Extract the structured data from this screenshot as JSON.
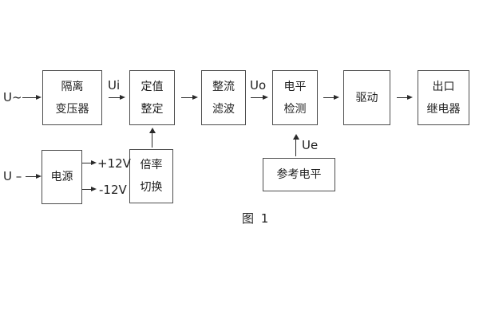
{
  "diagram": {
    "caption": "图 1",
    "input_ac_label": "U~",
    "input_dc_label": "U –",
    "signal_ui": "Ui",
    "signal_uo": "Uo",
    "signal_ue": "Ue",
    "rail_pos": "+12V",
    "rail_neg": "-12V",
    "blocks": {
      "isolation_transformer": {
        "line1": "隔离",
        "line2": "变压器"
      },
      "value_setting": {
        "line1": "定值",
        "line2": "整定"
      },
      "rectifier_filter": {
        "line1": "整流",
        "line2": "滤波"
      },
      "level_detection": {
        "line1": "电平",
        "line2": "检测"
      },
      "driver": {
        "line1": "驱动"
      },
      "output_relay": {
        "line1": "出口",
        "line2": "继电器"
      },
      "power_supply": {
        "line1": "电源"
      },
      "ratio_switch": {
        "line1": "倍率",
        "line2": "切换"
      },
      "reference_level": {
        "line1": "参考电平"
      }
    }
  }
}
